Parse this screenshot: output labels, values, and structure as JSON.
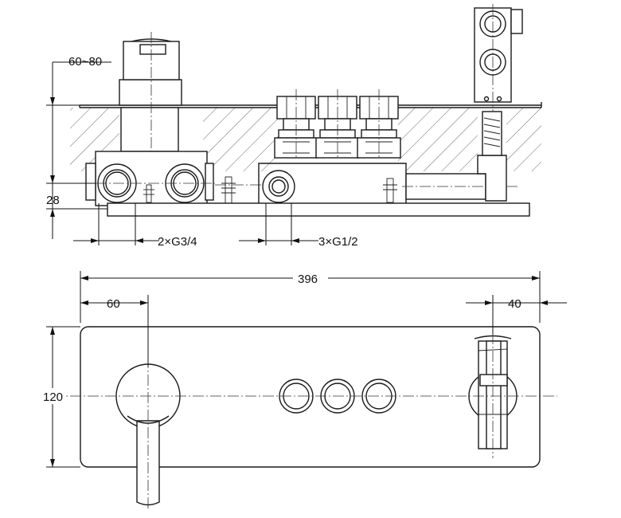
{
  "dimensions": {
    "wall_depth": "60~80",
    "height_28": "28",
    "main_ports": "2×G3/4",
    "outlets": "3×G1/2",
    "overall_width": "396",
    "lever_offset": "60",
    "holder_offset": "40",
    "plate_height": "120"
  },
  "colors": {
    "line": "#1a1a1a",
    "background": "#ffffff",
    "hatch": "#555555"
  }
}
